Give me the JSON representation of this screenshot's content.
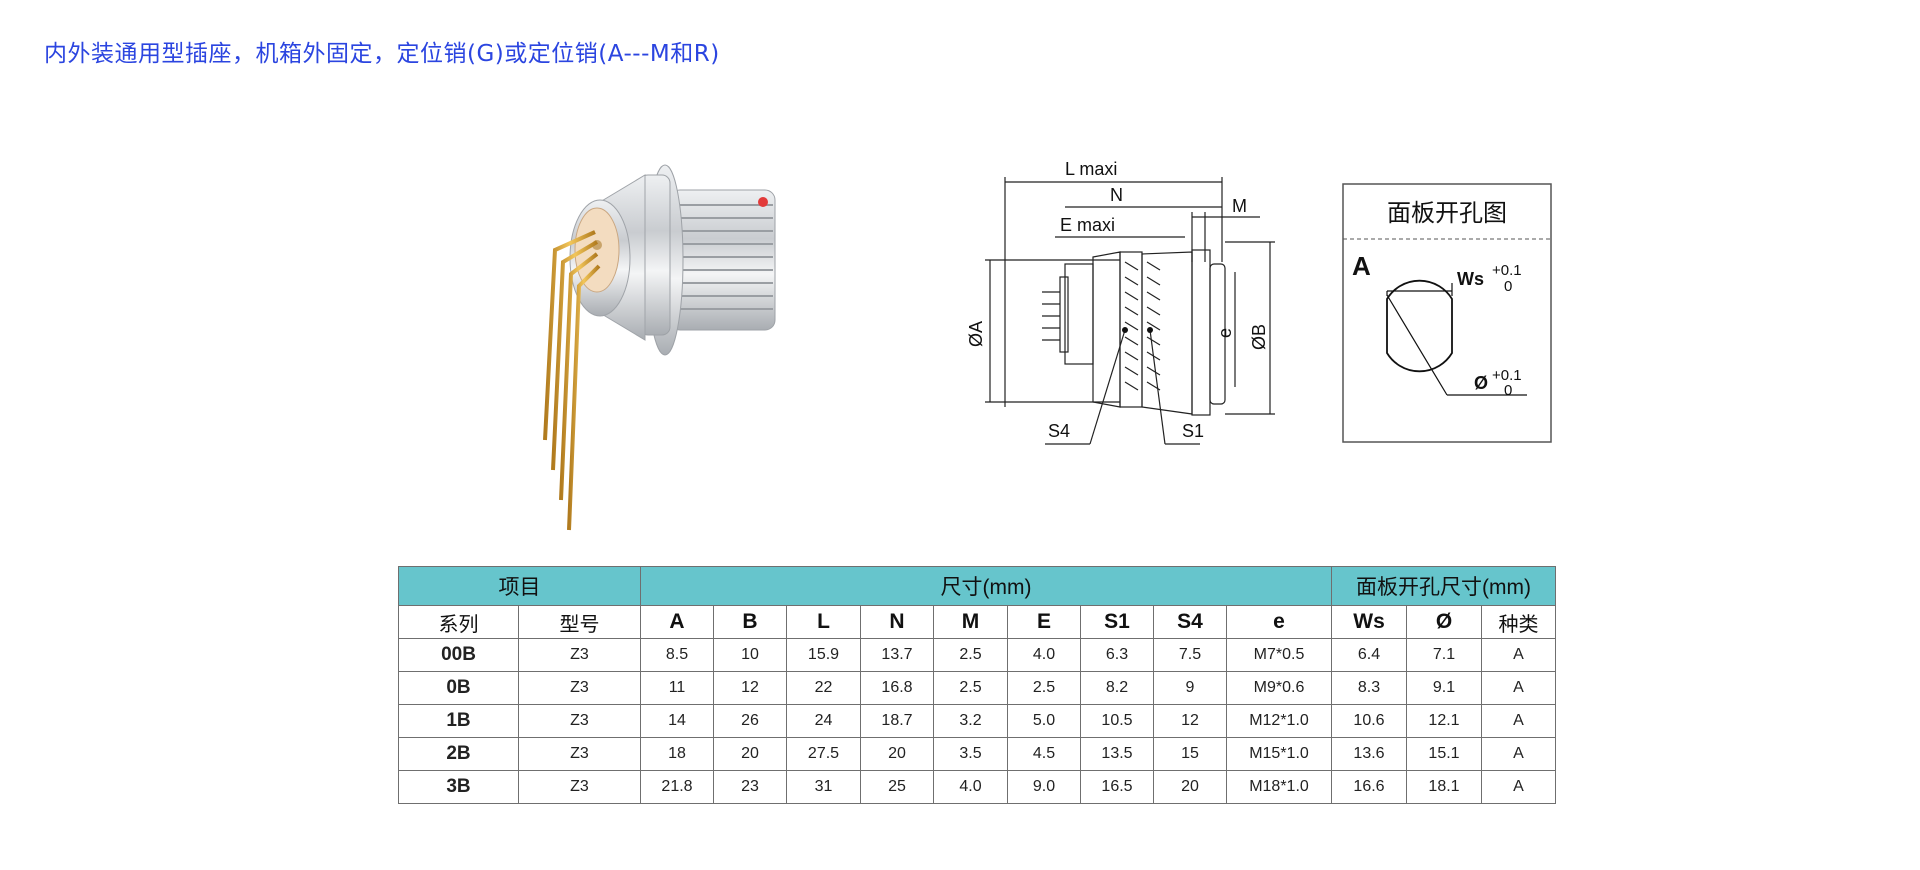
{
  "title": "内外装通用型插座，机箱外固定，定位销(G)或定位销(A---M和R)",
  "drawing": {
    "labels": {
      "l_maxi": "L maxi",
      "n": "N",
      "m": "M",
      "e_maxi": "E maxi",
      "dia_a": "ØA",
      "dia_b": "ØB",
      "e": "e",
      "s4": "S4",
      "s1": "S1"
    }
  },
  "cutout": {
    "title": "面板开孔图",
    "type_label": "A",
    "ws_label": "Ws",
    "ws_tol_upper": "+0.1",
    "ws_tol_lower": "0",
    "dia_label": "Ø",
    "dia_tol_upper": "+0.1",
    "dia_tol_lower": "0"
  },
  "table": {
    "group_headers": {
      "item": "项目",
      "size": "尺寸(mm)",
      "panel": "面板开孔尺寸(mm)"
    },
    "columns": [
      "系列",
      "型号",
      "A",
      "B",
      "L",
      "N",
      "M",
      "E",
      "S1",
      "S4",
      "e",
      "Ws",
      "Ø",
      "种类"
    ],
    "rows": [
      [
        "00B",
        "Z3",
        "8.5",
        "10",
        "15.9",
        "13.7",
        "2.5",
        "4.0",
        "6.3",
        "7.5",
        "M7*0.5",
        "6.4",
        "7.1",
        "A"
      ],
      [
        "0B",
        "Z3",
        "11",
        "12",
        "22",
        "16.8",
        "2.5",
        "2.5",
        "8.2",
        "9",
        "M9*0.6",
        "8.3",
        "9.1",
        "A"
      ],
      [
        "1B",
        "Z3",
        "14",
        "26",
        "24",
        "18.7",
        "3.2",
        "5.0",
        "10.5",
        "12",
        "M12*1.0",
        "10.6",
        "12.1",
        "A"
      ],
      [
        "2B",
        "Z3",
        "18",
        "20",
        "27.5",
        "20",
        "3.5",
        "4.5",
        "13.5",
        "15",
        "M15*1.0",
        "13.6",
        "15.1",
        "A"
      ],
      [
        "3B",
        "Z3",
        "21.8",
        "23",
        "31",
        "25",
        "4.0",
        "9.0",
        "16.5",
        "20",
        "M18*1.0",
        "16.6",
        "18.1",
        "A"
      ]
    ]
  }
}
